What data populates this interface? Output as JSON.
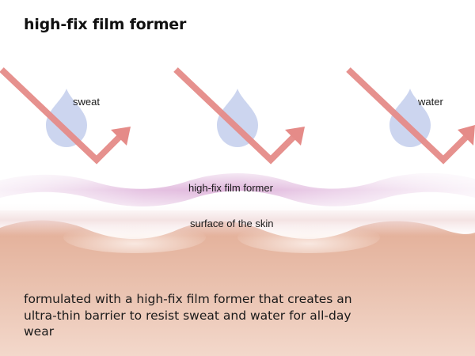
{
  "title": "high-fix film former",
  "labels": {
    "sweat": "sweat",
    "water": "water",
    "film": "high-fix film former",
    "skin": "surface of the skin"
  },
  "caption": "formulated with a high-fix film former that creates an ultra-thin barrier to resist sweat and water for all-day wear",
  "colors": {
    "arrow": "#e58b88",
    "droplet": "#c9d3ee",
    "film": "#d7a3d3",
    "skin_top": "#e6b7a1",
    "skin_bottom": "#f1d2c4"
  }
}
